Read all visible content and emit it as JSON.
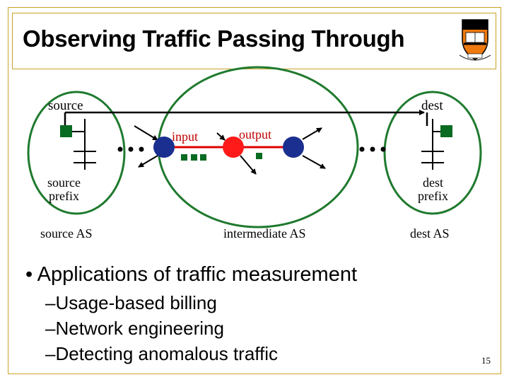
{
  "slide": {
    "title": "Observing Traffic Passing Through",
    "page_number": "15"
  },
  "diagram": {
    "source_label": "source",
    "dest_label": "dest",
    "source_prefix_line1": "source",
    "source_prefix_line2": "prefix",
    "dest_prefix_line1": "dest",
    "dest_prefix_line2": "prefix",
    "input_label": "input",
    "output_label": "output",
    "source_as_label": "source AS",
    "intermediate_as_label": "intermediate AS",
    "dest_as_label": "dest AS",
    "colors": {
      "router_blue": "#1a2f8f",
      "router_red": "#ff1a1a",
      "host_green": "#0a6b22",
      "circle_green": "#1f7a2e",
      "link_red": "#e00000"
    }
  },
  "bullets": {
    "main": "Applications of traffic measurement",
    "subs": [
      "Usage-based billing",
      "Network engineering",
      "Detecting anomalous traffic"
    ]
  },
  "logo": {
    "icon": "princeton-shield-icon"
  }
}
